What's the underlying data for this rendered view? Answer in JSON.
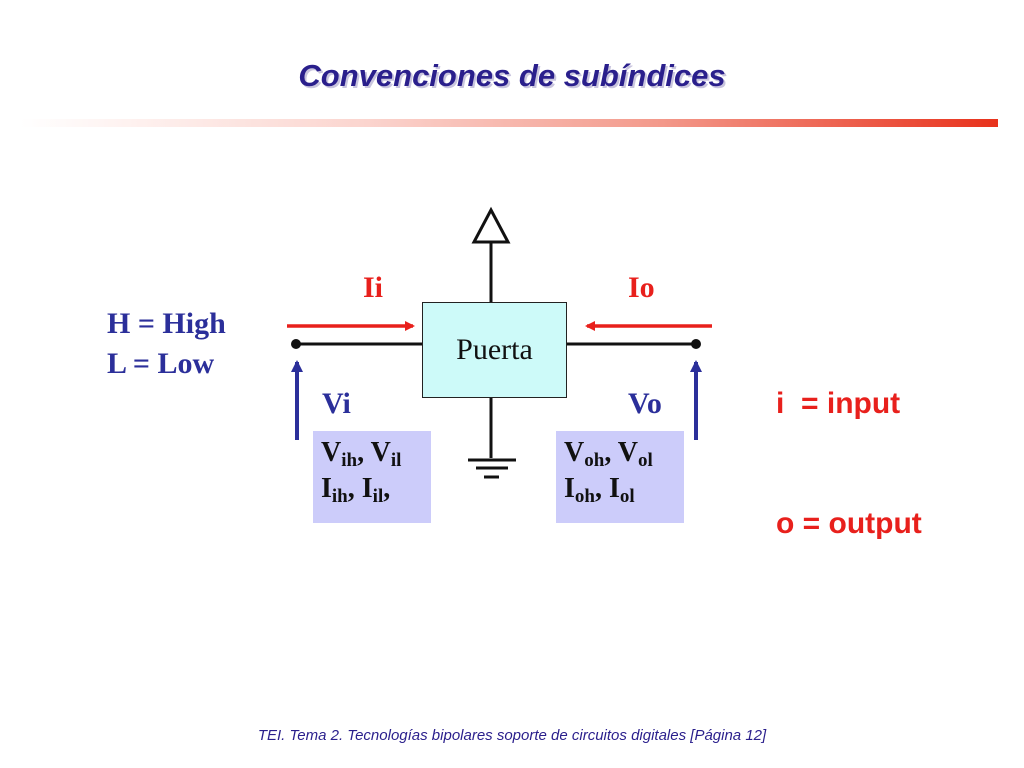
{
  "slide": {
    "title": "Convenciones de subíndices",
    "footer": "TEI. Tema 2. Tecnologías bipolares soporte de circuitos digitales [Página 12]"
  },
  "legend_left": {
    "line1": "H = High",
    "line2": "L = Low"
  },
  "legend_right": {
    "line1": "i  = input",
    "line2": "o = output"
  },
  "gate": {
    "label": "Puerta"
  },
  "input_side": {
    "current_label": "Ii",
    "voltage_label": "Vi",
    "params": {
      "v_main": "V",
      "v_sub1": "ih",
      "v_sep": ", V",
      "v_sub2": "il",
      "i_main": "I",
      "i_sub1": "ih",
      "i_sep": ", I",
      "i_sub2": "il",
      "i_tail": ","
    }
  },
  "output_side": {
    "current_label": "Io",
    "voltage_label": "Vo",
    "params": {
      "v_main": "V",
      "v_sub1": "oh",
      "v_sep": ", V",
      "v_sub2": "ol",
      "i_main": "I",
      "i_sub1": "oh",
      "i_sep": ", I",
      "i_sub2": "ol"
    }
  },
  "colors": {
    "title": "#2a1f8c",
    "current_arrow": "#e8201c",
    "voltage_arrow": "#2b2f9a",
    "gate_fill": "#cdfaf9",
    "param_fill": "#ccccfa"
  }
}
